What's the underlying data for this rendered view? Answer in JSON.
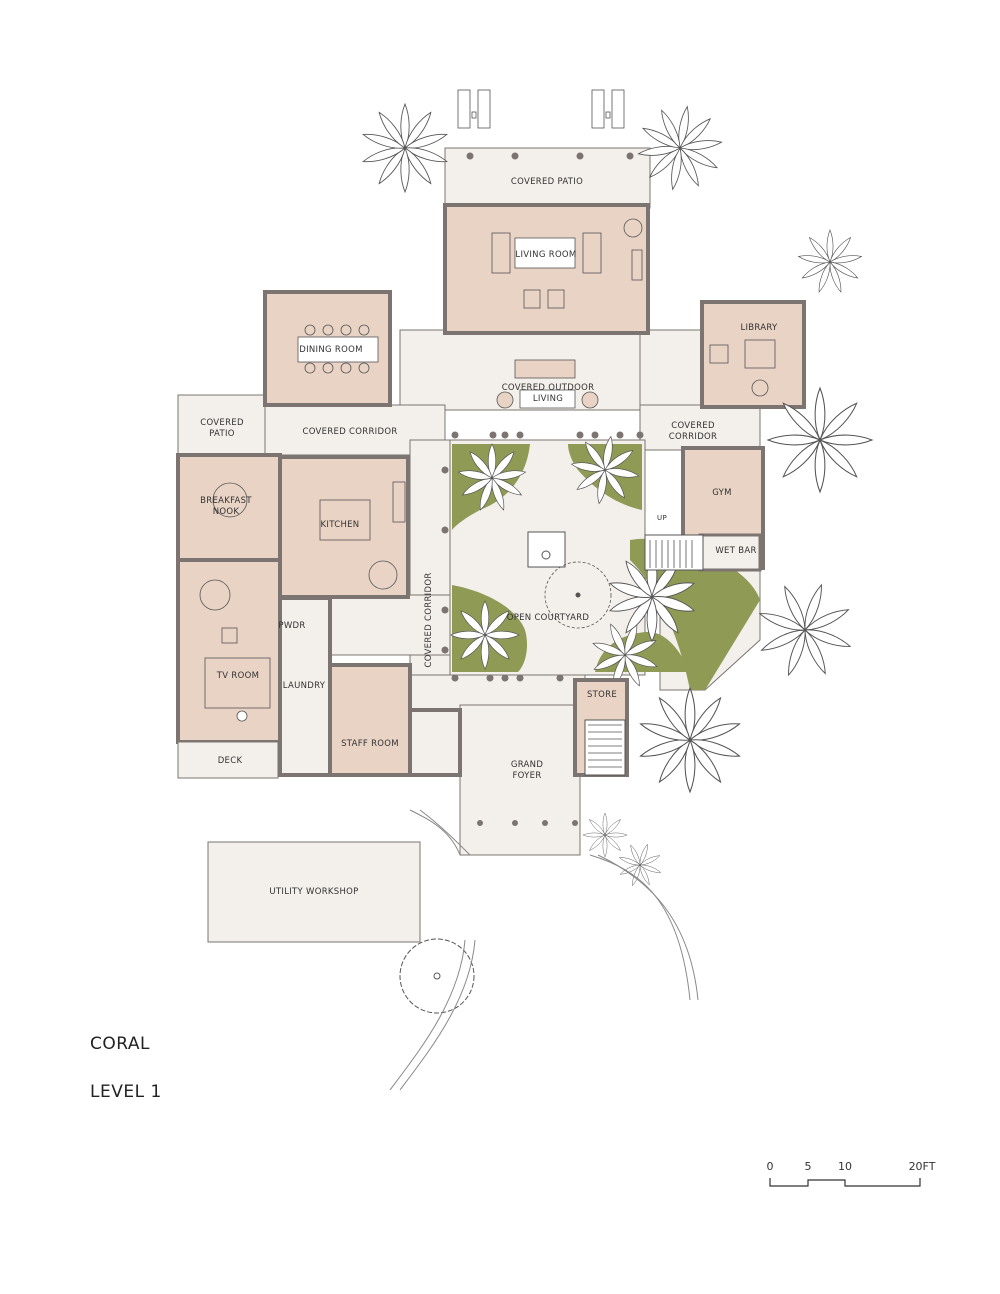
{
  "title": "CORAL",
  "subtitle": "LEVEL 1",
  "rooms": {
    "covered_patio_top": "COVERED PATIO",
    "living_room": "LIVING ROOM",
    "library": "LIBRARY",
    "dining_room": "DINING ROOM",
    "covered_outdoor_living": [
      "COVERED OUTDOOR",
      "LIVING"
    ],
    "covered_patio_left": [
      "COVERED",
      "PATIO"
    ],
    "covered_corridor_top": "COVERED CORRIDOR",
    "covered_corridor_right": [
      "COVERED",
      "CORRIDOR"
    ],
    "breakfast_nook": [
      "BREAKFAST",
      "NOOK"
    ],
    "kitchen": "KITCHEN",
    "gym": "GYM",
    "up": "UP",
    "wet_bar": "WET BAR",
    "covered_corridor_vertical": "COVERED CORRIDOR",
    "open_courtyard": "OPEN COURTYARD",
    "pwdr": "PWDR",
    "tv_room": "TV ROOM",
    "laundry": "LAUNDRY",
    "store": "STORE",
    "staff_room": "STAFF ROOM",
    "grand_foyer": [
      "GRAND",
      "FOYER"
    ],
    "deck": "DECK",
    "utility_workshop": "UTILITY WORKSHOP"
  },
  "scale_bar": {
    "ticks": [
      "0",
      "5",
      "10",
      "20FT"
    ]
  },
  "colors": {
    "room_fill": "#e8d3c4",
    "outdoor_fill": "#f3efea",
    "wall": "#7b7470",
    "lawn": "#8f9a55",
    "line": "#555555"
  }
}
